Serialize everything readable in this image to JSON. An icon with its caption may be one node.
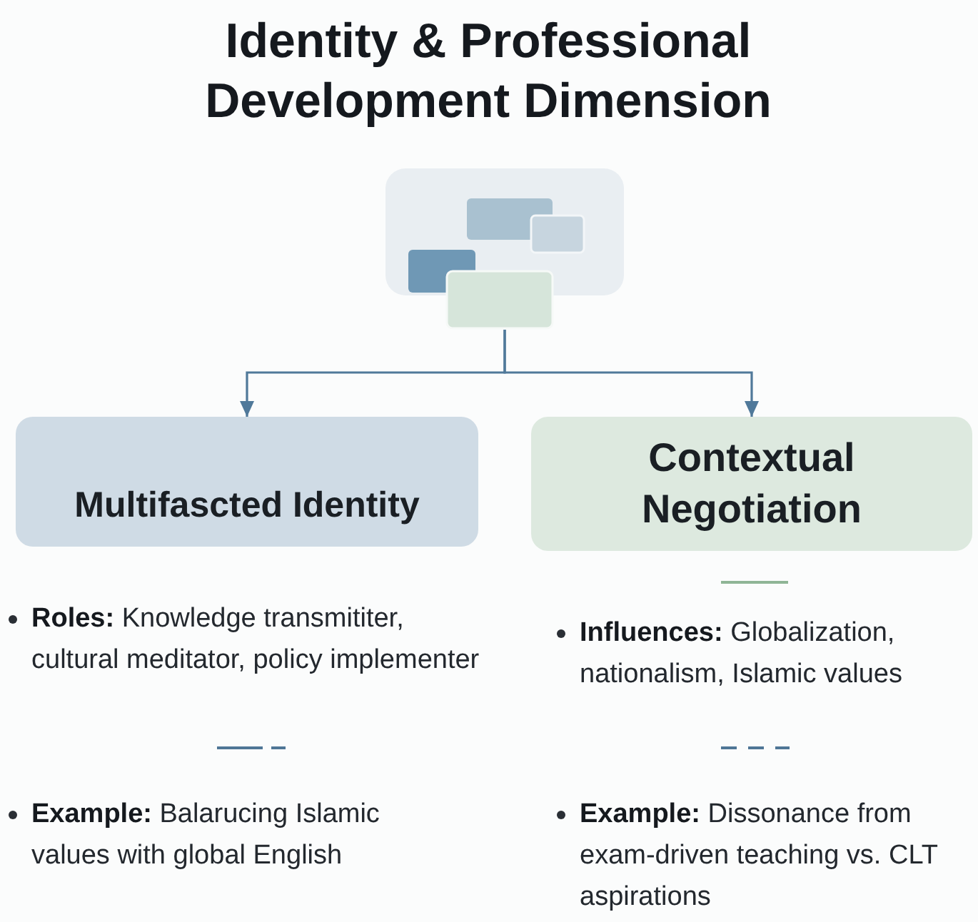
{
  "diagram": {
    "title": "Identity & Professional Development Dimension",
    "nodes": [
      {
        "text": [],
        "shape": "picture"
      },
      {
        "text": [
          "Multifascted Identity"
        ]
      },
      {
        "text": [
          "Contextual Negotiation"
        ]
      }
    ],
    "edges": [
      {
        "from": 0,
        "to": 1,
        "arrow": "to"
      },
      {
        "from": 0,
        "to": 2,
        "arrow": "to"
      }
    ],
    "labels": [
      "**Roles:** Knowledge transmititer, cultural meditator, policy implementer",
      "**Influences:** Globalization, nationalism, Islamic values",
      "**Example:** Balarucing Islamic values with global English",
      "**Example:** Dissonance from exam-driven teaching vs. CLT aspirations"
    ]
  }
}
